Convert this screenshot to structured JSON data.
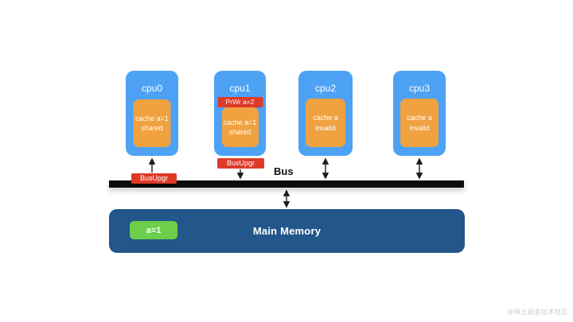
{
  "colors": {
    "cpu-blue": "#4DA2F5",
    "cache-orange": "#F0A140",
    "alert-red": "#DE3A28",
    "memory-navy": "#23568A",
    "value-green": "#6CCE4B",
    "bus-black": "#0C0C0C"
  },
  "cpus": [
    {
      "name": "cpu0",
      "cache_line1": "cache a=1",
      "cache_line2": "shared"
    },
    {
      "name": "cpu1",
      "action_tag": "PrWr a=2",
      "bus_message": "BusUpgr",
      "cache_line1": "cache a=1",
      "cache_line2": "shared"
    },
    {
      "name": "cpu2",
      "cache_line1": "cache a",
      "cache_line2": "invalid"
    },
    {
      "name": "cpu3",
      "cache_line1": "cache a",
      "cache_line2": "invalid"
    }
  ],
  "bus": {
    "label": "Bus",
    "snoop_message": "BusUpgr"
  },
  "memory": {
    "label": "Main Memory",
    "value": "a=1"
  },
  "watermark": "@稀土掘金技术社区"
}
